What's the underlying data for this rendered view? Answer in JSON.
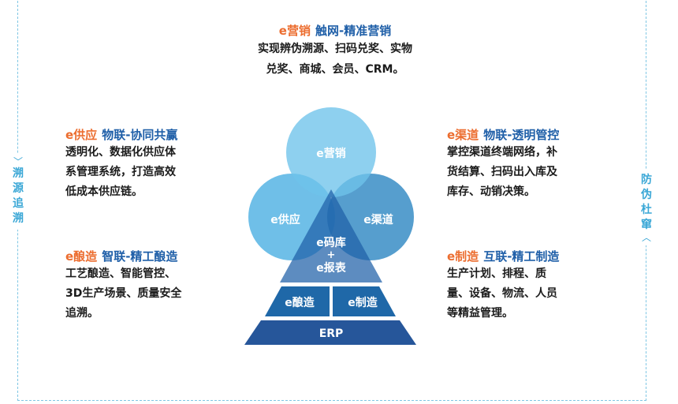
{
  "side_left": [
    "溯",
    "源",
    "追",
    "溯"
  ],
  "side_right": [
    "防",
    "伪",
    "杜",
    "窜"
  ],
  "blocks": {
    "top": {
      "tag": "e营销",
      "sub": "触网-精准营销",
      "lines": [
        "实现辨伪溯源、扫码兑奖、实物",
        "兑奖、商城、会员、CRM。"
      ]
    },
    "supply": {
      "tag": "e供应",
      "sub": "物联-协同共赢",
      "lines": [
        "透明化、数据化供应体",
        "系管理系统，打造高效",
        "低成本供应链。"
      ]
    },
    "brew": {
      "tag": "e酿造",
      "sub": "智联-精工酿造",
      "lines": [
        "工艺酿造、智能管控、",
        "3D生产场景、质量安全",
        "追溯。"
      ]
    },
    "channel": {
      "tag": "e渠道",
      "sub": "物联-透明管控",
      "lines": [
        "掌控渠道终端网络，补",
        "货结算、扫码出入库及",
        "库存、动销决策。"
      ]
    },
    "make": {
      "tag": "e制造",
      "sub": "互联-精工制造",
      "lines": [
        "生产计划、排程、质",
        "量、设备、物流、人员",
        "等精益管理。"
      ]
    }
  },
  "diagram": {
    "circle_top": "e营销",
    "circle_left": "e供应",
    "circle_right": "e渠道",
    "center_line1": "e码库",
    "center_plus": "+",
    "center_line2": "e报表",
    "mid_left": "e酿造",
    "mid_right": "e制造",
    "base": "ERP",
    "colors": {
      "light_blue": "#5ab8e6",
      "mid_blue": "#2c86c2",
      "dark_blue": "#1f68a8",
      "base_blue": "#26569a"
    }
  }
}
